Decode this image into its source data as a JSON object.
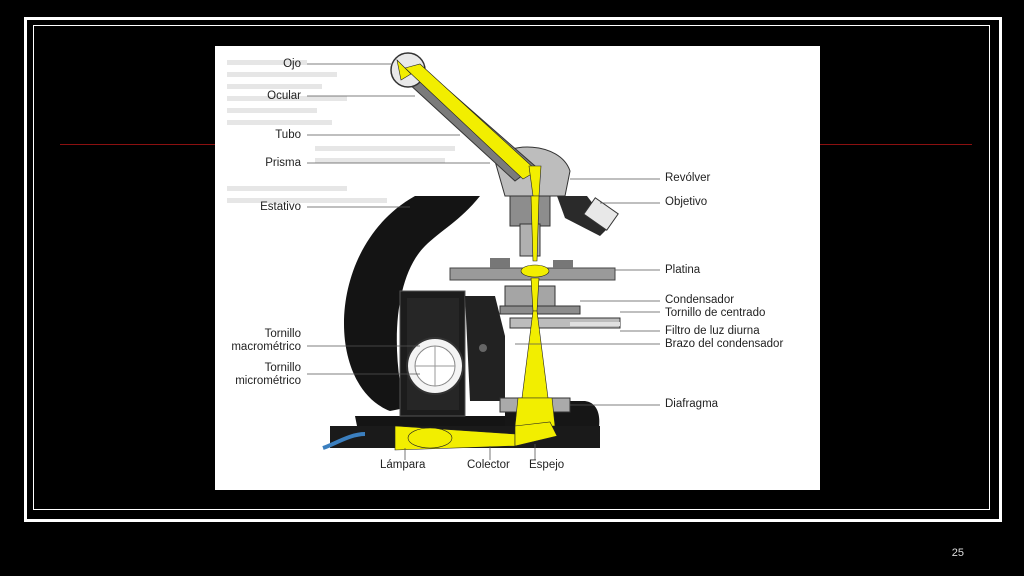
{
  "slide": {
    "number": "25"
  },
  "labels_left": {
    "ojo": "Ojo",
    "ocular": "Ocular",
    "tubo": "Tubo",
    "prisma": "Prisma",
    "estativo": "Estativo",
    "macro_1": "Tornillo",
    "macro_2": "macrométrico",
    "micro_1": "Tornillo",
    "micro_2": "micrométrico"
  },
  "labels_right": {
    "revolver": "Revólver",
    "objetivo": "Objetivo",
    "platina": "Platina",
    "condensador": "Condensador",
    "tornillo_centrado": "Tornillo de centrado",
    "filtro": "Filtro de luz diurna",
    "brazo": "Brazo del condensador",
    "diafragma": "Diafragma"
  },
  "labels_bottom": {
    "lampara": "Lámpara",
    "colector": "Colector",
    "espejo": "Espejo"
  },
  "colors": {
    "background": "#000000",
    "light_beam": "#f2ee00",
    "body": "#111111",
    "metal": "#b8b8b8",
    "accent_rule": "#8b1010"
  }
}
